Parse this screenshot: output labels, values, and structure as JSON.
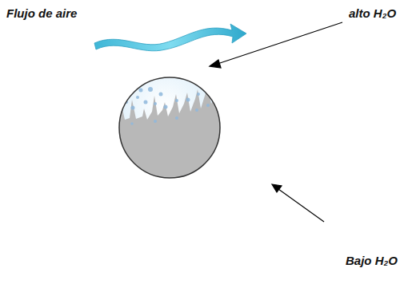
{
  "diagram": {
    "labels": [
      "Flujo de aire",
      "alto H₂O",
      "Bajo H₂O"
    ]
  }
}
